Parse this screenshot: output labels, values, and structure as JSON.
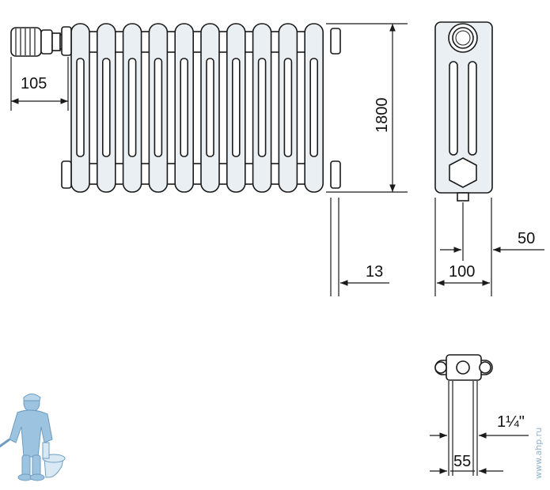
{
  "dimensions": {
    "valve_offset": "105",
    "height": "1800",
    "wall_gap": "13",
    "depth": "100",
    "half_depth": "50",
    "connection_size": "1¼\"",
    "connection_spacing": "55"
  },
  "watermark": "www.ahp.ru",
  "colors": {
    "line": "#1a1a1a",
    "panel_fill": "#e9eff3",
    "mascot": "#9cc3e0"
  }
}
